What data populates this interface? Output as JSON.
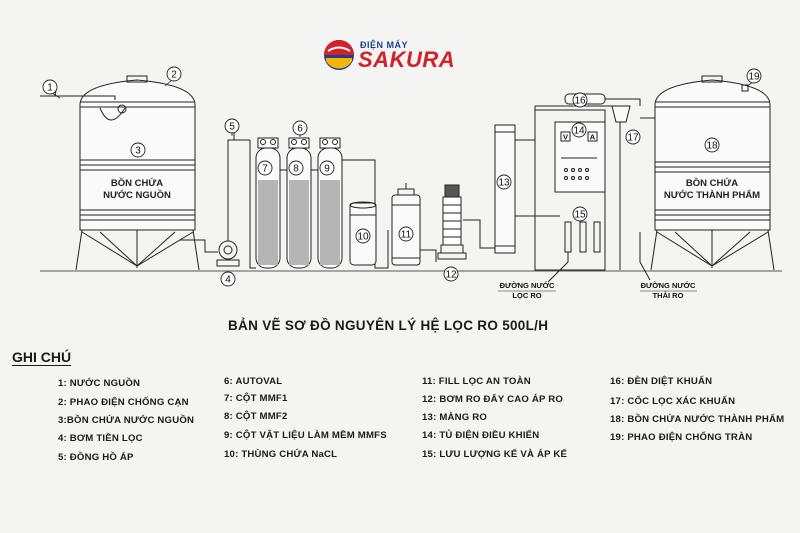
{
  "logo": {
    "tagline": "ĐIỆN MÁY",
    "brand": "SAKURA",
    "colors": {
      "red": "#d32128",
      "blue": "#1c3f94",
      "yellow": "#f2b705"
    }
  },
  "tanks": {
    "raw": {
      "line1": "BỒN CHỨA",
      "line2": "NƯỚC NGUỒN"
    },
    "product": {
      "line1": "BỒN CHỨA",
      "line2": "NƯỚC THÀNH PHẨM"
    }
  },
  "outlets": {
    "ro_line1": "ĐƯỜNG NƯỚC",
    "ro_line2": "LỌC RO",
    "waste_line1": "ĐƯỜNG NƯỚC",
    "waste_line2": "THẢI RO"
  },
  "panel": {
    "v_label": "V",
    "a_label": "A"
  },
  "markers": [
    "1",
    "2",
    "3",
    "4",
    "5",
    "6",
    "7",
    "8",
    "9",
    "10",
    "11",
    "12",
    "13",
    "14",
    "15",
    "16",
    "17",
    "18",
    "19"
  ],
  "title": "BẢN VẼ SƠ ĐỒ NGUYÊN LÝ HỆ LỌC RO 500L/H",
  "legend": {
    "heading": "GHI CHÚ",
    "items": [
      "1: NƯỚC NGUỒN",
      "2: PHAO ĐIỆN CHỐNG CẠN",
      "3:BỒN CHỨA NƯỚC NGUỒN",
      "4: BƠM TIỀN LỌC",
      "5: ĐỒNG HỒ ÁP",
      "6: AUTOVAL",
      "7: CỘT MMF1",
      "8: CỘT MMF2",
      "9: CỘT VẬT LIỆU LÀM MỀM MMFS",
      "10: THÙNG CHỨA NaCL",
      "11: FILL LỌC AN TOÀN",
      "12: BƠM RO ĐẨY CAO ÁP RO",
      "13: MÀNG RO",
      "14: TỦ ĐIỆN ĐIỀU KHIỂN",
      "15: LƯU LƯỢNG KẾ VÀ ÁP KẾ",
      "16: ĐÈN DIỆT KHUẨN",
      "17: CỐC LỌC XÁC KHUẨN",
      "18: BỒN CHỨA NƯỚC THÀNH PHẨM",
      "19: PHAO ĐIỆN CHỐNG TRÀN"
    ]
  }
}
